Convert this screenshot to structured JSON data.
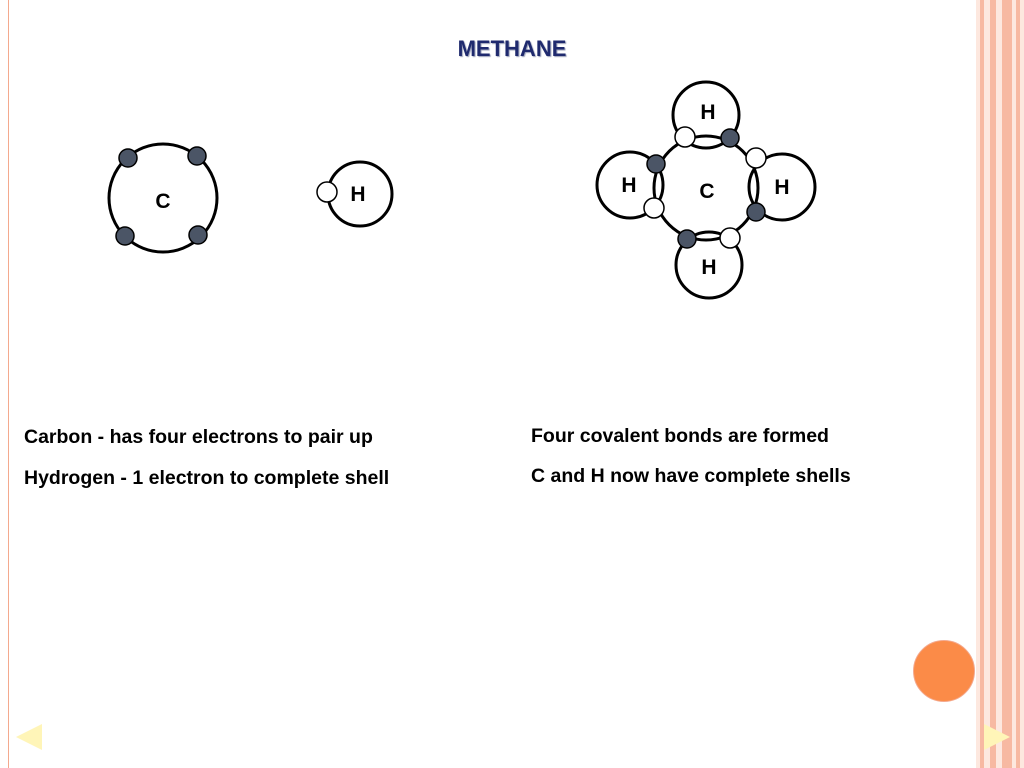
{
  "slide": {
    "title": "METHANE"
  },
  "separate_atoms": {
    "carbon_label": "C",
    "hydrogen_label": "H"
  },
  "methane_molecule": {
    "center_label": "C",
    "top_label": "H",
    "left_label": "H",
    "right_label": "H",
    "bottom_label": "H"
  },
  "captions": {
    "left_line1": "Carbon - has four electrons to pair up",
    "left_line2": "Hydrogen - 1 electron to complete shell",
    "right_line1": "Four covalent bonds are formed",
    "right_line2": "C and H now have complete shells"
  },
  "colors": {
    "title": "#1f2a6e",
    "carbon_electron": "#4b5566",
    "hydrogen_electron": "#ffffff",
    "border_accent": "#f4a98e",
    "orange_dot": "#fb8b48",
    "nav_arrow": "#fff5b8"
  }
}
